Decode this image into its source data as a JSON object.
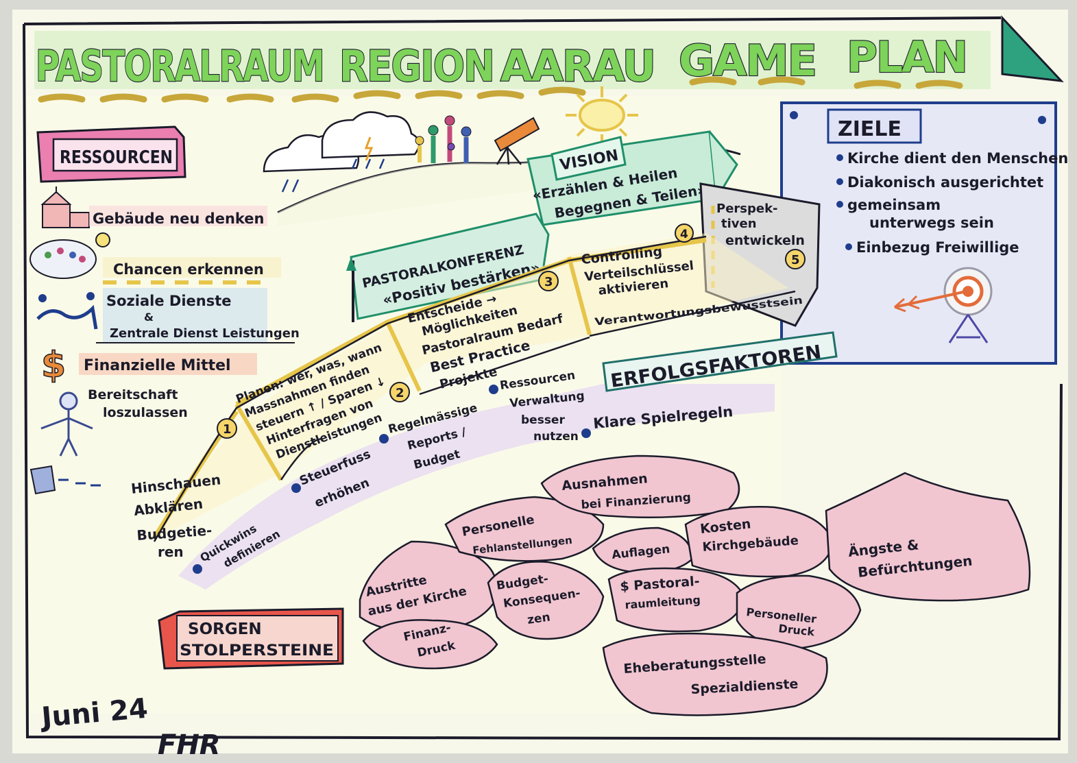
{
  "title": {
    "words": [
      "PASTORALRAUM",
      "REGION",
      "AARAU",
      "GAME",
      "PLAN"
    ]
  },
  "colors": {
    "paper": "#f7f8ea",
    "title_green": "#7ed35a",
    "gold": "#e6c54a",
    "teal_frame": "#2d8a72",
    "pink": "#e79bb9",
    "red_box": "#e8564b",
    "blue_ink": "#1f3d8c"
  },
  "ressourcen": {
    "heading": "RESSOURCEN",
    "items": [
      {
        "icon": "church-icon",
        "text": "Gebäude neu denken"
      },
      {
        "icon": "people-idea-icon",
        "text": "Chancen erkennen"
      },
      {
        "icon": "helpers-icon",
        "text": "Soziale Dienste"
      },
      {
        "icon": "",
        "text": "&"
      },
      {
        "icon": "",
        "text": "Zentrale Dienst Leistungen"
      },
      {
        "icon": "dollar-icon",
        "text": "Finanzielle Mittel"
      },
      {
        "icon": "person-icon",
        "text": "Bereitschaft"
      },
      {
        "icon": "",
        "text": "loszulassen"
      }
    ]
  },
  "ziele": {
    "heading": "ZIELE",
    "items": [
      "Kirche dient den Menschen",
      "Diakonisch ausgerichtet",
      "gemeinsam",
      "unterwegs sein",
      "Einbezug Freiwillige"
    ]
  },
  "vision": {
    "heading": "VISION",
    "lines": [
      "«Erzählen & Heilen",
      "Begegnen & Teilen»"
    ]
  },
  "pastoralkonferenz": {
    "heading": "PASTORALKONFERENZ",
    "motto": "«Positiv bestärken»"
  },
  "steps": [
    {
      "number": "1",
      "lines": [
        "Hinschauen",
        "Abklären",
        "Budgetie-",
        "ren"
      ]
    },
    {
      "number": "2",
      "lines": [
        "Planen: wer, was, wann",
        "Massnahmen finden",
        "steuern ↑ / Sparen ↓",
        "Hinterfragen von",
        "Dienstleistungen"
      ]
    },
    {
      "number": "3",
      "lines": [
        "Entscheide →",
        "Möglichkeiten",
        "Pastoralraum Bedarf",
        "Best Practice",
        "Projekte"
      ]
    },
    {
      "number": "4",
      "lines": [
        "Controlling",
        "Verteilschlüssel",
        "aktivieren",
        "Verantwortungsbewusstsein"
      ]
    },
    {
      "number": "5",
      "lines": [
        "Perspek-",
        "tiven",
        "entwickeln"
      ]
    }
  ],
  "erfolgsfaktoren": {
    "heading": "ERFOLGSFAKTOREN",
    "items": [
      [
        "Quickwins",
        "definieren"
      ],
      [
        "Steuerfuss",
        "erhöhen"
      ],
      [
        "Regelmässige",
        "Reports /",
        "Budget"
      ],
      [
        "Ressourcen",
        "Verwaltung",
        "besser",
        "nutzen"
      ],
      [
        "Klare Spielregeln"
      ]
    ]
  },
  "sorgen": {
    "heading_lines": [
      "SORGEN",
      "STOLPERSTEINE"
    ],
    "stones": [
      [
        "Austritte",
        "aus der Kirche"
      ],
      [
        "Finanz-",
        "Druck"
      ],
      [
        "Personelle",
        "Fehlanstellungen"
      ],
      [
        "Ausnahmen",
        "bei Finanzierung"
      ],
      [
        "Budget-",
        "Konsequen-",
        "zen"
      ],
      [
        "Auflagen"
      ],
      [
        "Kosten",
        "Kirchgebäude"
      ],
      [
        "$ Pastoral-",
        "raumleitung"
      ],
      [
        "Personeller",
        "Druck"
      ],
      [
        "Ängste &",
        "Befürchtungen"
      ],
      [
        "Eheberatungsstelle",
        "Spezialdienste"
      ]
    ]
  },
  "footer": {
    "date": "Juni 24",
    "signature": "FHR"
  },
  "icons": [
    "cloud-rain-icon",
    "family-icon",
    "telescope-icon",
    "sun-icon",
    "target-icon",
    "dart-icon",
    "flag-icon"
  ]
}
